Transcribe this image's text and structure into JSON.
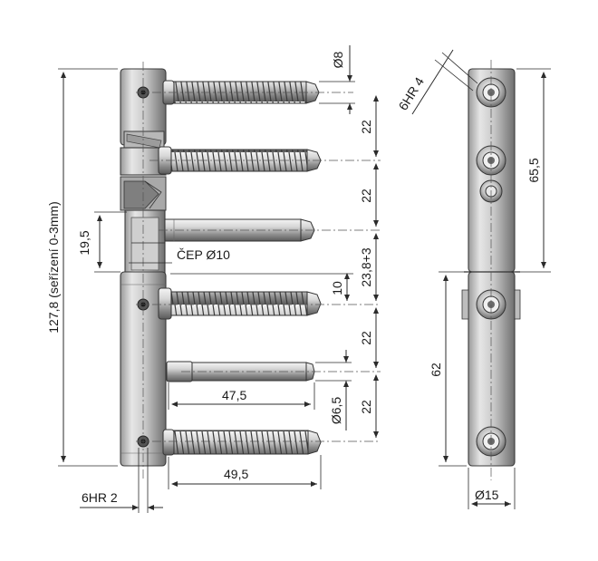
{
  "labels": {
    "overall_height": "127,8 (seřízení 0-3mm)",
    "d8": "Ø8",
    "pitch1": "22",
    "pitch2": "22",
    "pitch3": "23,8+3",
    "pitch4": "22",
    "pitch5": "22",
    "dim10": "10",
    "dim195": "19,5",
    "pin": "ČEP Ø10",
    "len475": "47,5",
    "d65": "Ø6,5",
    "len495": "49,5",
    "hex2": "6HR 2",
    "hex4": "6HR 4",
    "dim655": "65,5",
    "dim62": "62",
    "d15": "Ø15"
  }
}
